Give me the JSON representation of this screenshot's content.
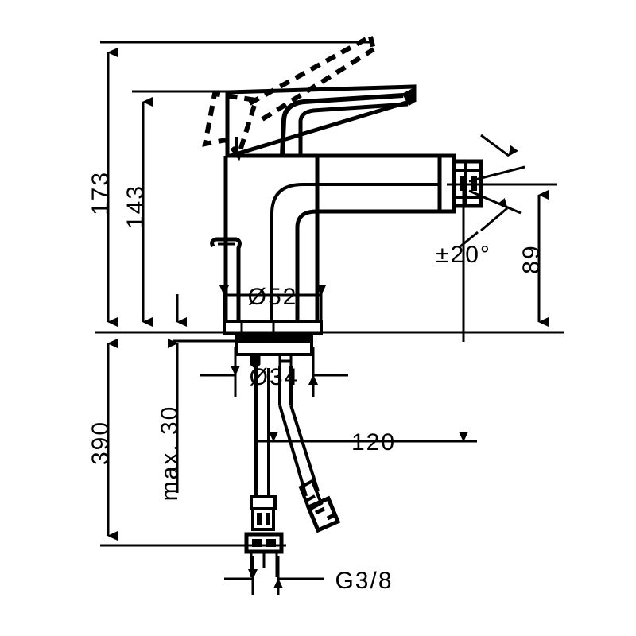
{
  "drawing": {
    "title": "Bidet mixer dimensional drawing",
    "line_color": "#000000",
    "background_color": "#ffffff",
    "units": "mm"
  },
  "dimensions": {
    "total_height": "173",
    "spout_height": "143",
    "base_diameter": "Ø52",
    "shank_diameter": "Ø34",
    "max_deck_thickness": "max. 30",
    "hose_length": "390",
    "spout_reach": "120",
    "outlet_height": "89",
    "swivel_angle": "±20°",
    "thread_size": "G3/8"
  },
  "labels": [
    {
      "id": "height-173",
      "text": "173",
      "orientation": "vertical"
    },
    {
      "id": "height-143",
      "text": "143",
      "orientation": "vertical"
    },
    {
      "id": "diameter-52",
      "text": "Ø52",
      "orientation": "horizontal"
    },
    {
      "id": "diameter-34",
      "text": "Ø34",
      "orientation": "horizontal"
    },
    {
      "id": "max-30",
      "text": "max. 30",
      "orientation": "vertical"
    },
    {
      "id": "length-390",
      "text": "390",
      "orientation": "vertical"
    },
    {
      "id": "reach-120",
      "text": "120",
      "orientation": "horizontal"
    },
    {
      "id": "height-89",
      "text": "89",
      "orientation": "vertical"
    },
    {
      "id": "angle-20",
      "text": "±20°",
      "orientation": "horizontal"
    },
    {
      "id": "thread-g38",
      "text": "G3/8",
      "orientation": "horizontal"
    }
  ]
}
